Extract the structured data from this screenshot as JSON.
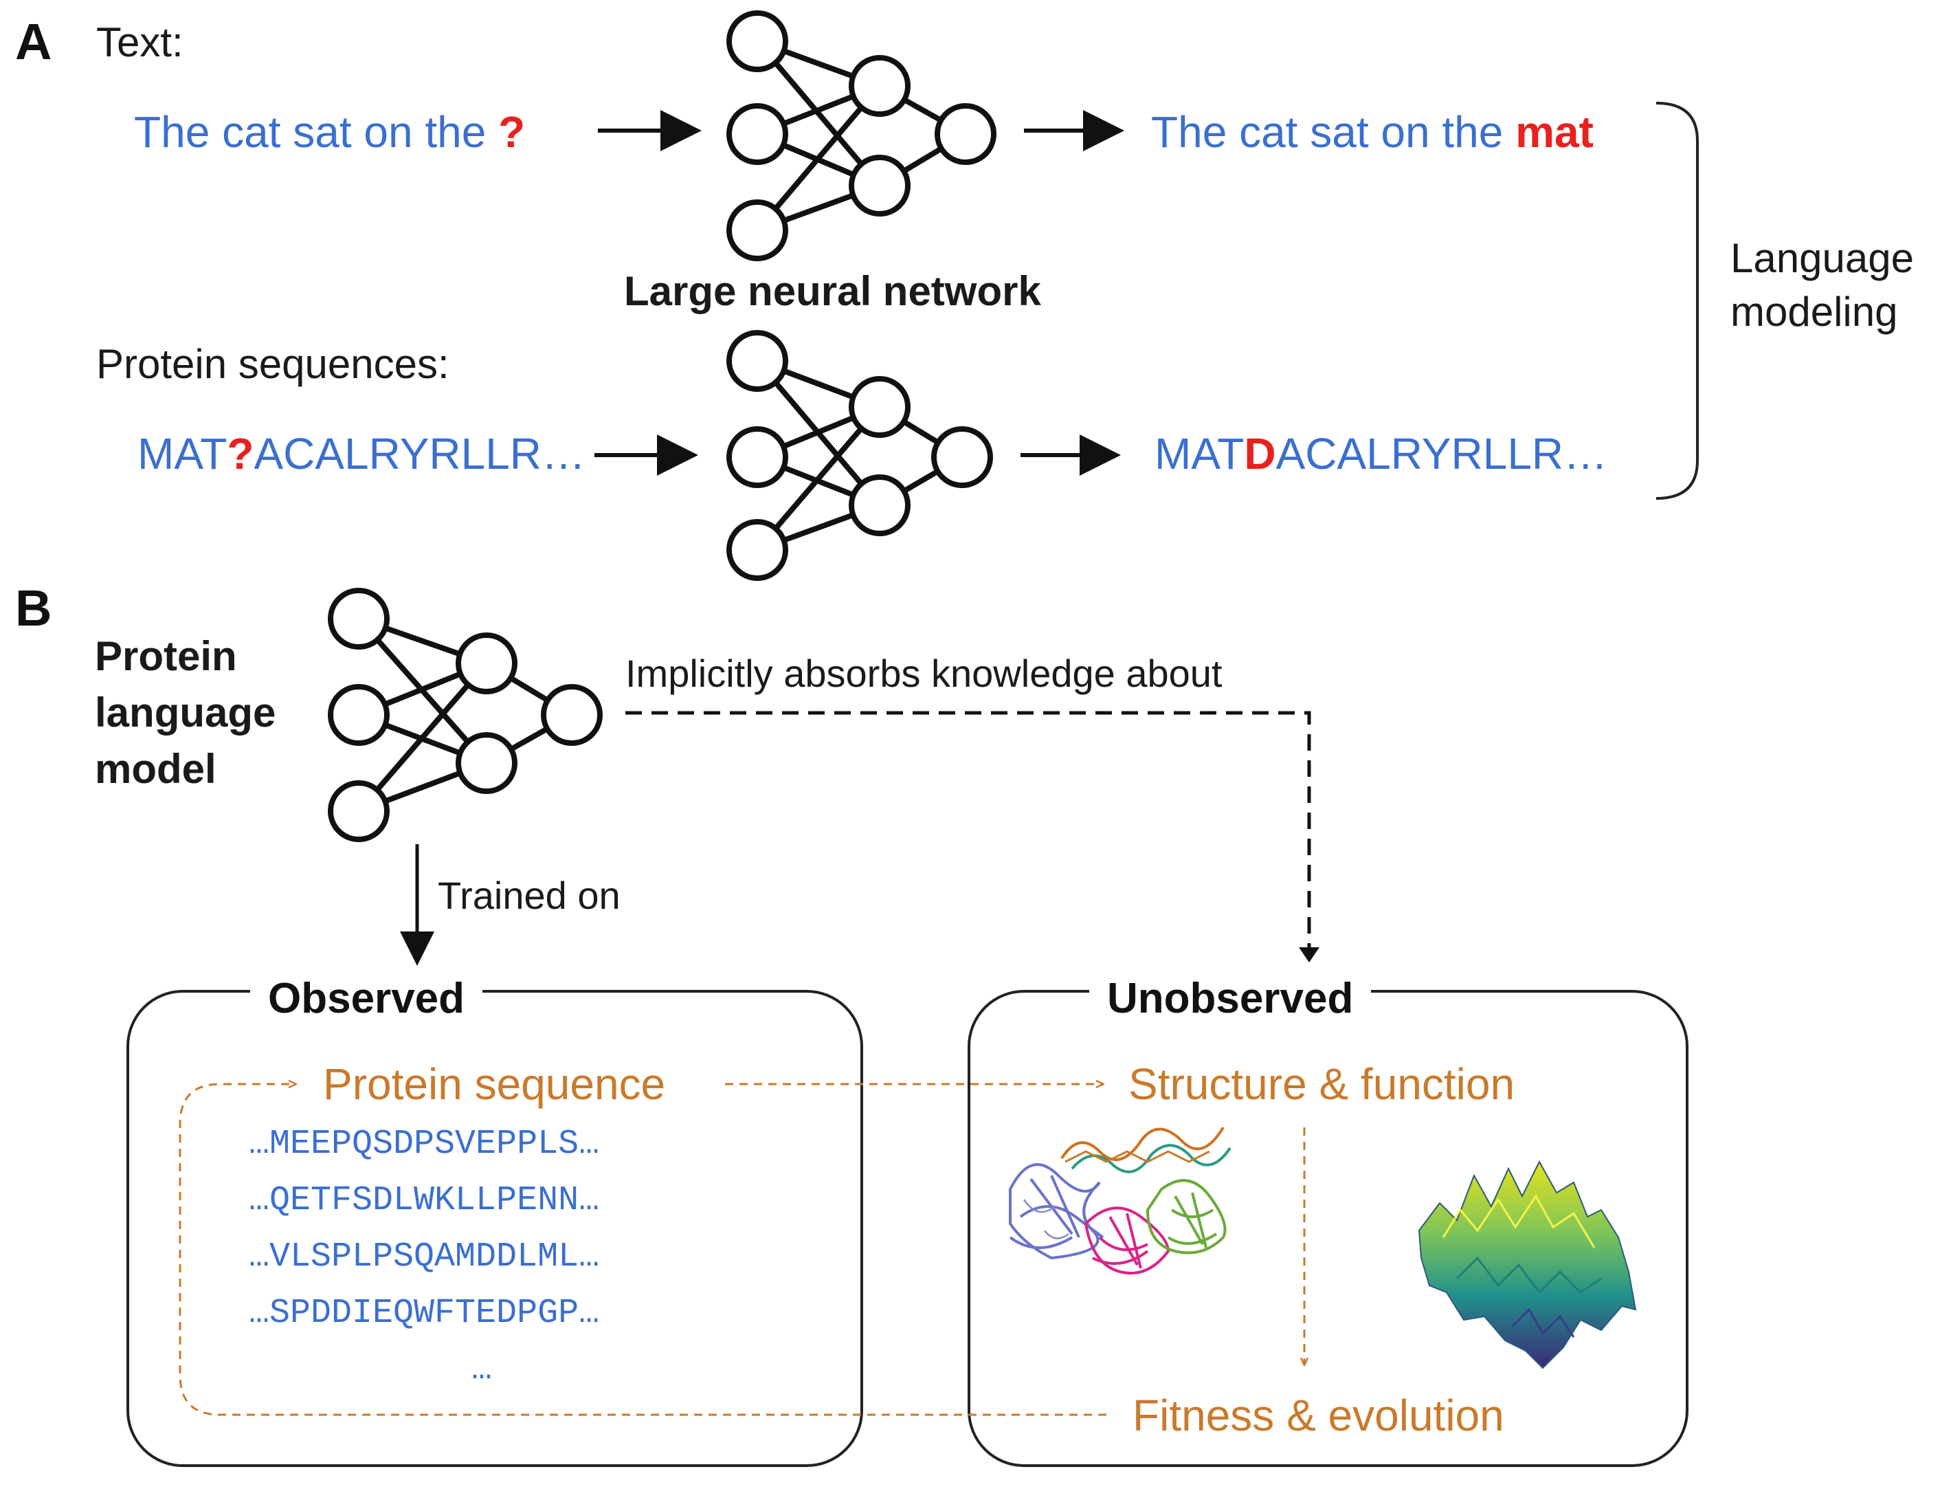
{
  "panel_a": {
    "letter": "A",
    "text_label": "Text:",
    "text_input": {
      "prefix": "The cat sat on the ",
      "mask": "?"
    },
    "text_output": {
      "prefix": "The cat sat on the ",
      "prediction": "mat"
    },
    "network_label": "Large neural network",
    "protein_label": "Protein sequences:",
    "protein_input": {
      "prefix": "MAT",
      "mask": "?",
      "suffix": "ACALRYRLLR…"
    },
    "protein_output": {
      "prefix": "MAT",
      "prediction": "D",
      "suffix": "ACALRYRLLR…"
    },
    "bracket_label_line1": "Language",
    "bracket_label_line2": "modeling"
  },
  "panel_b": {
    "letter": "B",
    "model_label_line1": "Protein",
    "model_label_line2": "language",
    "model_label_line3": "model",
    "absorbs_label": "Implicitly absorbs knowledge about",
    "trained_label": "Trained on",
    "observed": {
      "title": "Observed",
      "heading": "Protein sequence",
      "sequences": [
        "…MEEPQSDPSVEPPLS…",
        "…QETFSDLWKLLPENN…",
        "…VLSPLPSQAMDDLML…",
        "…SPDDIEQWFTEDPGP…"
      ],
      "ellipsis": "…"
    },
    "unobserved": {
      "title": "Unobserved",
      "structure_label": "Structure & function",
      "fitness_label": "Fitness & evolution"
    }
  },
  "colors": {
    "text_blue": "#3a6fd0",
    "mask_red": "#e8211f",
    "flow_orange": "#c97a2a",
    "line_black": "#111111"
  }
}
